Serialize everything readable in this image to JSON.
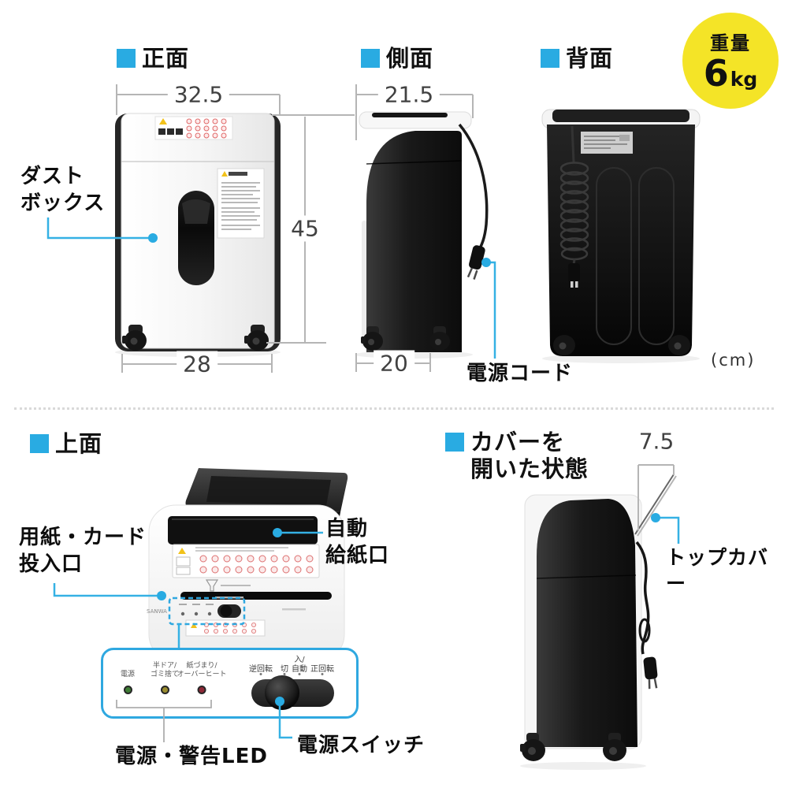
{
  "page": {
    "unit_note": "(cm)"
  },
  "badge": {
    "label": "重量",
    "value": "6",
    "unit": "kg"
  },
  "colors": {
    "accent_blue": "#29abe2",
    "leader_blue": "#35b1e4",
    "badge_yellow": "#f4e427",
    "dim_line_gray": "#b5b5b5"
  },
  "views": {
    "front": {
      "title": "正面",
      "dim_width_top": "32.5",
      "dim_height": "45",
      "dim_width_bottom": "28",
      "callout_dust_box": "ダスト\nボックス"
    },
    "side": {
      "title": "側面",
      "dim_depth_top": "21.5",
      "dim_depth_bottom": "20",
      "callout_power_cord": "電源コード"
    },
    "back": {
      "title": "背面"
    },
    "top": {
      "title": "上面",
      "brand": "SANWA",
      "callout_feed_slot": "用紙・カード\n投入口",
      "callout_auto_feed": "自動\n給紙口",
      "callout_led": "電源・警告LED",
      "callout_switch": "電源スイッチ",
      "panel": {
        "led_labels": [
          "電源",
          "半ドア/\nゴミ捨て",
          "紙づまり/\nオーバーヒート"
        ],
        "switch_labels": [
          "逆回転",
          "切",
          "入/\n自動",
          "正回転"
        ]
      }
    },
    "open": {
      "title": "カバーを\n開いた状態",
      "dim_cover": "7.5",
      "callout_top_cover": "トップカバー"
    }
  }
}
